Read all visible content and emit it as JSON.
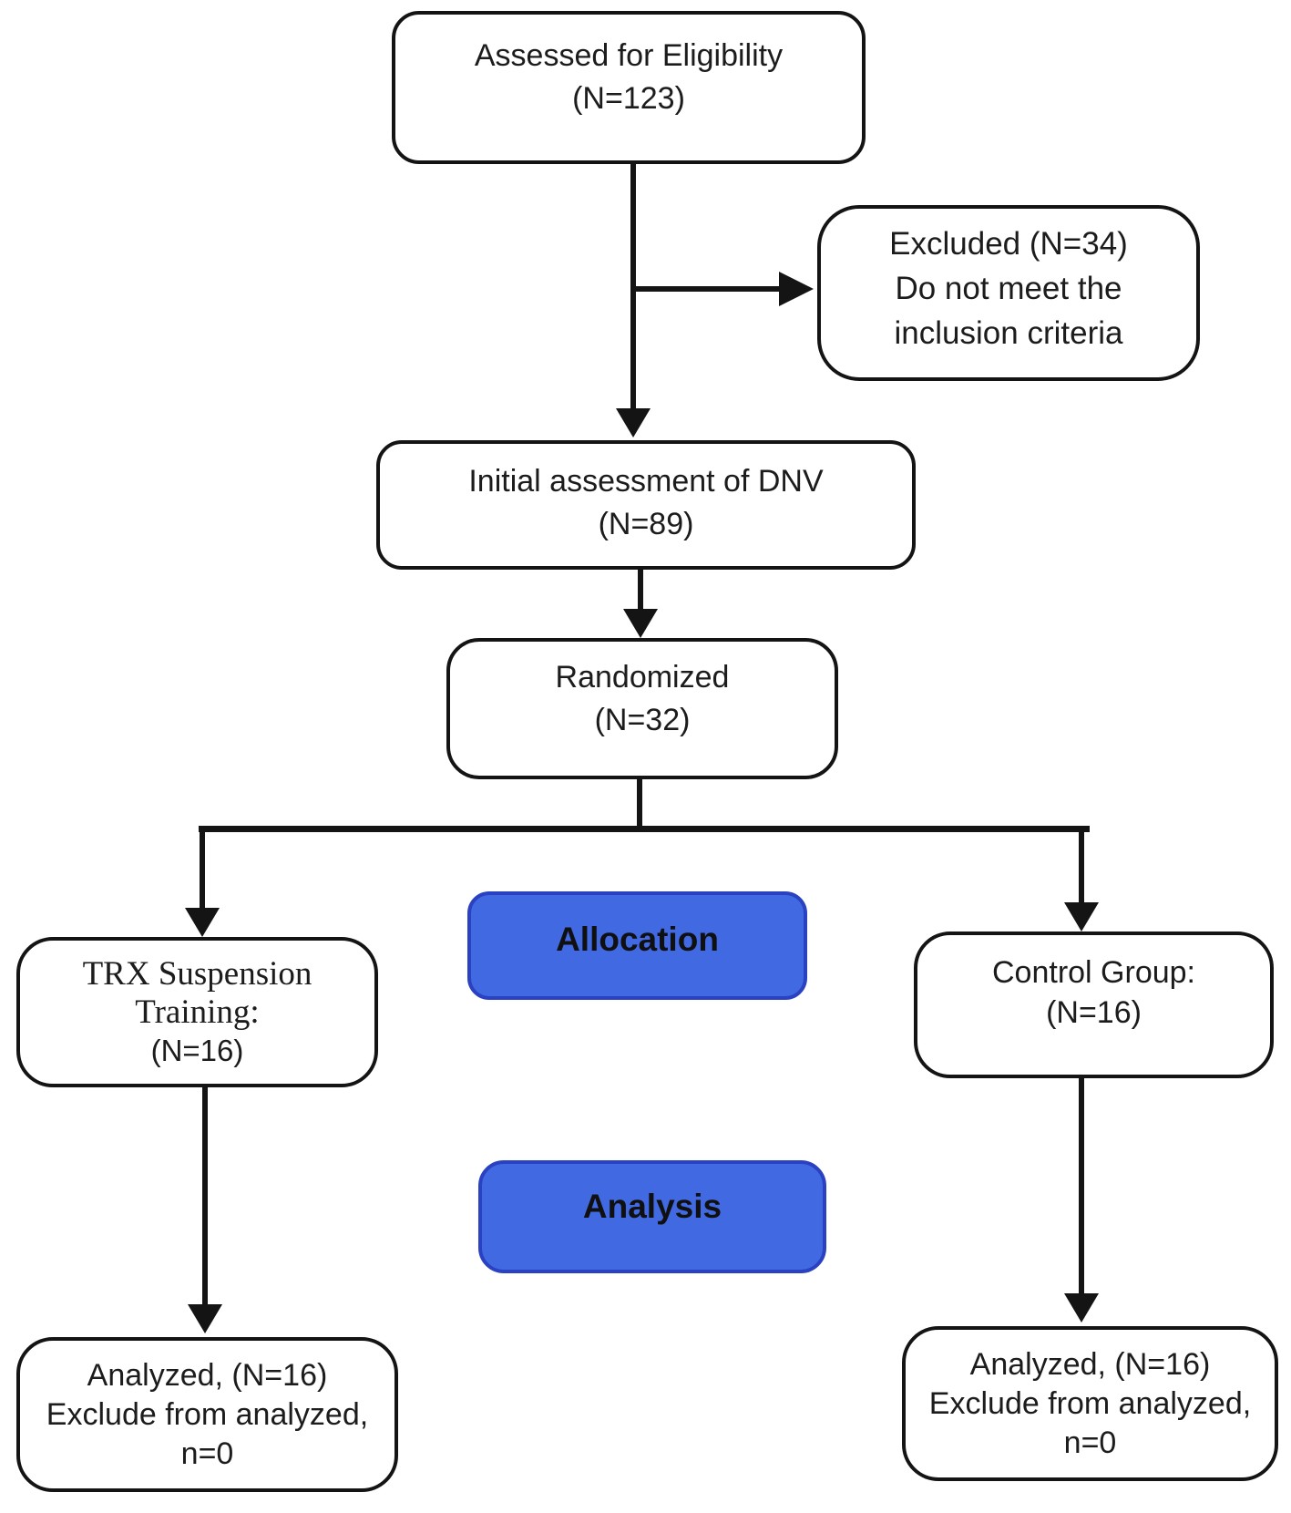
{
  "nodes": {
    "assessed": {
      "line1": "Assessed for Eligibility",
      "line2": "(N=123)"
    },
    "excluded": {
      "line1": "Excluded (N=34)",
      "line2": "Do not meet the",
      "line3": "inclusion criteria"
    },
    "initial": {
      "line1": "Initial assessment of DNV",
      "line2": "(N=89)"
    },
    "randomized": {
      "line1": "Randomized",
      "line2": "(N=32)"
    },
    "trx": {
      "line1": "TRX Suspension",
      "line2": "Training:",
      "line3": "(N=16)"
    },
    "control": {
      "line1": "Control Group:",
      "line2": "(N=16)"
    },
    "analyzed_left": {
      "line1": "Analyzed, (N=16)",
      "line2": "Exclude from analyzed,",
      "line3": "n=0"
    },
    "analyzed_right": {
      "line1": "Analyzed, (N=16)",
      "line2": "Exclude from analyzed,",
      "line3": "n=0"
    }
  },
  "phases": {
    "allocation": "Allocation",
    "analysis": "Analysis"
  },
  "colors": {
    "accent_blue": "#4169e1",
    "accent_blue_border": "#2a41c2",
    "line_color": "#141414",
    "text_color": "#1c1c1c",
    "background": "#ffffff"
  }
}
